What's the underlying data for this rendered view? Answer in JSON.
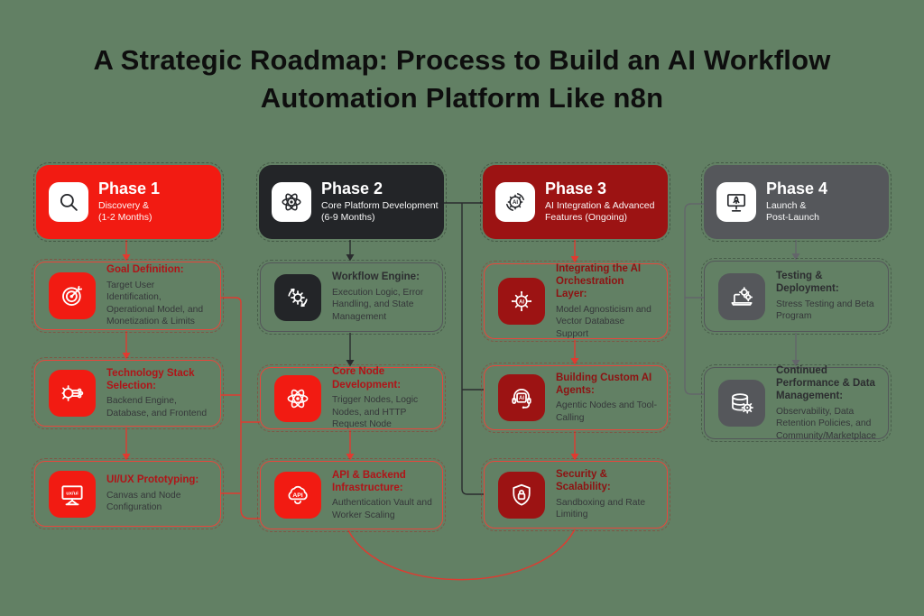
{
  "title": {
    "line1": "A Strategic Roadmap: Process to Build an AI Workflow",
    "line2": "Automation Platform Like n8n"
  },
  "colors": {
    "background": "#628064",
    "phase1_red": "#f21b12",
    "phase2_dark": "#232528",
    "phase3_maroon": "#9c1313",
    "phase4_gray": "#55575b",
    "connector_red": "#e03a30",
    "connector_dark": "#2a2c2e",
    "connector_gray": "#63656a"
  },
  "phases": [
    {
      "label": "Phase 1",
      "subtitle_line1": "Discovery &",
      "subtitle_line2": "(1-2 Months)",
      "icon": "magnifier-icon",
      "boxes": [
        {
          "icon": "target-icon",
          "title": "Goal Definition:",
          "body": "Target User Identification, Operational Model, and Monetization & Limits"
        },
        {
          "icon": "tech-stack-icon",
          "title": "Technology Stack Selection:",
          "body": "Backend Engine, Database, and Frontend"
        },
        {
          "icon": "uiux-monitor-icon",
          "title": "UI/UX Prototyping:",
          "body": "Canvas and Node Configuration"
        }
      ]
    },
    {
      "label": "Phase 2",
      "subtitle_line1": "Core Platform Development",
      "subtitle_line2": "(6-9 Months)",
      "icon": "atom-icon",
      "boxes": [
        {
          "icon": "workflow-gear-icon",
          "title": "Workflow Engine:",
          "body": "Execution Logic, Error Handling, and State Management"
        },
        {
          "icon": "atom-icon",
          "title": "Core Node Development:",
          "body": "Trigger Nodes, Logic Nodes, and HTTP Request Node"
        },
        {
          "icon": "api-icon",
          "title": "API & Backend Infrastructure:",
          "body": "Authentication Vault and Worker Scaling"
        }
      ]
    },
    {
      "label": "Phase 3",
      "subtitle_line1": "AI Integration & Advanced",
      "subtitle_line2": "Features (Ongoing)",
      "icon": "ai-gear-icon",
      "boxes": [
        {
          "icon": "ai-chip-icon",
          "title": "Integrating the AI Orchestration Layer:",
          "body": "Model Agnosticism and Vector Database Support"
        },
        {
          "icon": "ai-agent-icon",
          "title": "Building Custom AI Agents:",
          "body": "Agentic Nodes and Tool-Calling"
        },
        {
          "icon": "shield-lock-icon",
          "title": "Security & Scalability:",
          "body": "Sandboxing and Rate Limiting"
        }
      ]
    },
    {
      "label": "Phase 4",
      "subtitle_line1": "Launch &",
      "subtitle_line2": "Post-Launch",
      "icon": "monitor-rocket-icon",
      "boxes": [
        {
          "icon": "testing-laptop-icon",
          "title": "Testing & Deployment:",
          "body": "Stress Testing and Beta Program"
        },
        {
          "icon": "database-gear-icon",
          "title": "Continued Performance & Data Management:",
          "body": "Observability, Data Retention Policies, and Community/Marketplace"
        }
      ]
    }
  ]
}
